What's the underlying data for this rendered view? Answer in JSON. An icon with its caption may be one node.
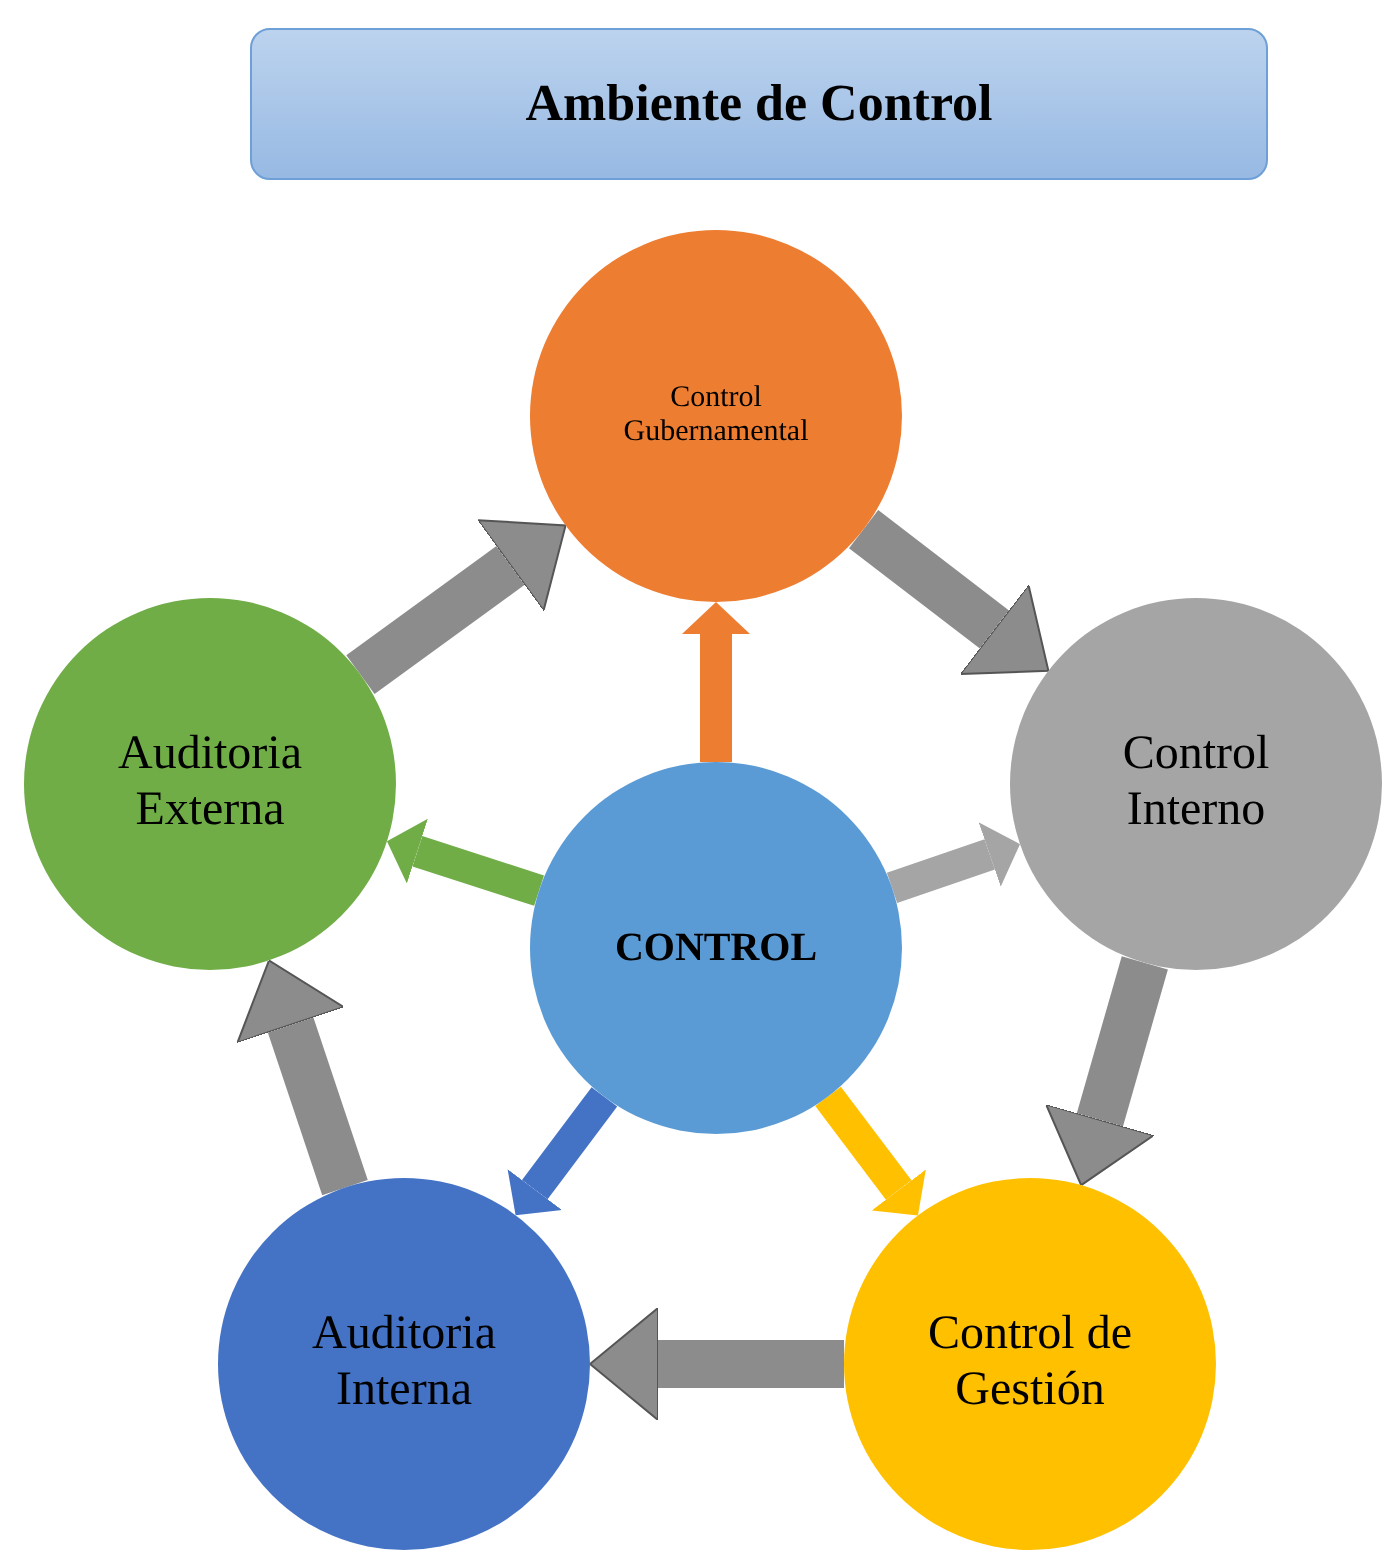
{
  "diagram": {
    "title": "Ambiente de Control",
    "nodes": [
      {
        "text": [
          "Control Gubernamental"
        ]
      },
      {
        "text": [
          "Control Interno"
        ]
      },
      {
        "text": [
          "Control de Gestión"
        ]
      },
      {
        "text": [
          "Auditoria Interna"
        ]
      },
      {
        "text": [
          "Auditoria Externa"
        ]
      },
      {
        "text": [
          "CONTROL"
        ]
      }
    ],
    "edges": [
      {
        "from": 0,
        "to": 1,
        "arrow": "to",
        "color": "#8c8c8c"
      },
      {
        "from": 1,
        "to": 2,
        "arrow": "to",
        "color": "#8c8c8c"
      },
      {
        "from": 2,
        "to": 3,
        "arrow": "to",
        "color": "#8c8c8c"
      },
      {
        "from": 3,
        "to": 4,
        "arrow": "to",
        "color": "#8c8c8c"
      },
      {
        "from": 4,
        "to": 0,
        "arrow": "to",
        "color": "#8c8c8c"
      },
      {
        "from": 5,
        "to": 0,
        "arrow": "to",
        "color": "#ed7d31"
      },
      {
        "from": 5,
        "to": 1,
        "arrow": "to",
        "color": "#a5a5a5"
      },
      {
        "from": 5,
        "to": 2,
        "arrow": "to",
        "color": "#ffc000"
      },
      {
        "from": 5,
        "to": 3,
        "arrow": "to",
        "color": "#4472c4"
      },
      {
        "from": 5,
        "to": 4,
        "arrow": "to",
        "color": "#70ad47"
      }
    ]
  }
}
